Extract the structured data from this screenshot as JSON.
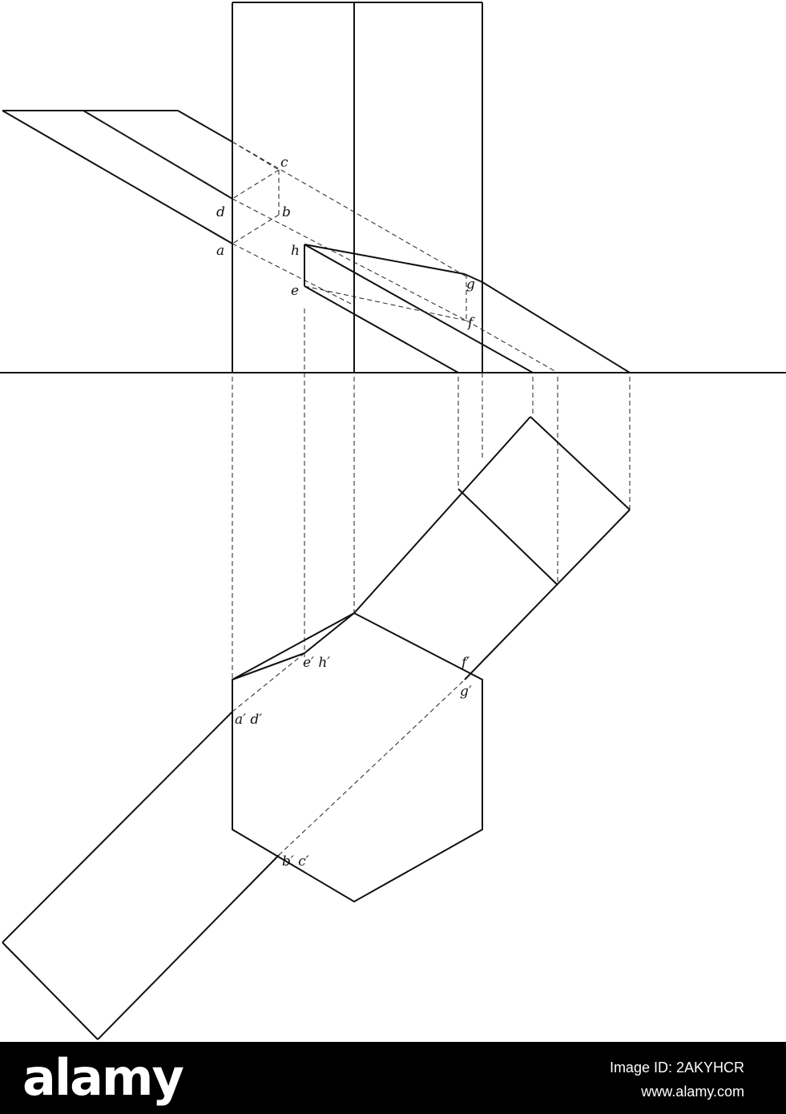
{
  "labels": {
    "a": "a",
    "b": "b",
    "c": "c",
    "d": "d",
    "e": "e",
    "f": "f",
    "g": "g",
    "h": "h",
    "ad_prime": "a′ d′",
    "bc_prime": "b′ c′",
    "eh_prime": "e′ h′",
    "f_prime": "f′",
    "g_prime": "g′"
  },
  "footer": {
    "brand": "alamy",
    "image_id": "Image ID: 2AKYHCR",
    "site": "www.alamy.com"
  },
  "colors": {
    "line": "#111111",
    "background": "#ffffff",
    "footer_bg": "#000000",
    "footer_text": "#ffffff"
  }
}
